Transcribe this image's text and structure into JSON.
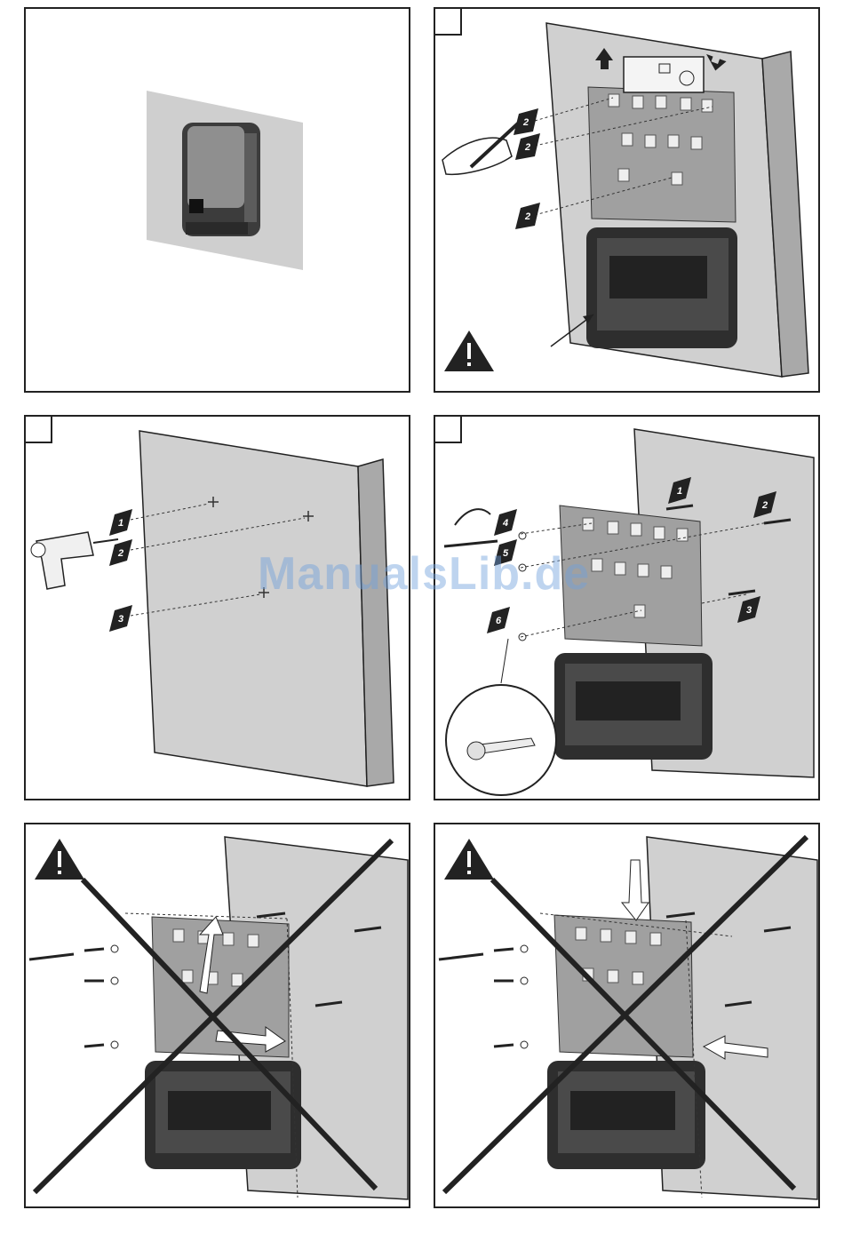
{
  "watermark": "ManualsLib.de",
  "callouts": {
    "p2": [
      "2",
      "2",
      "2"
    ],
    "p3": [
      "1",
      "2",
      "3"
    ],
    "p4": [
      "1",
      "2",
      "3",
      "4",
      "5",
      "6"
    ]
  },
  "colors": {
    "wall": "#d0d0d0",
    "wall_edge": "#a9a9a9",
    "inverter_dark": "#3a3a3a",
    "bracket": "#9a9a9a",
    "outline": "#222222"
  },
  "icons": [
    "warning-icon",
    "drill-icon",
    "pencil-icon",
    "spirit-level-icon",
    "screw-icon",
    "cross-icon"
  ]
}
